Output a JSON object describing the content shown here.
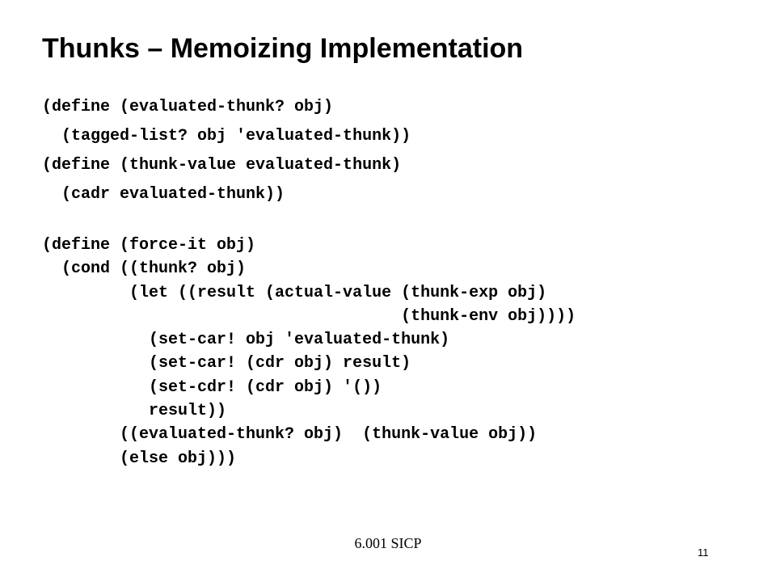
{
  "slide": {
    "title": "Thunks – Memoizing Implementation",
    "code_block_1": [
      "(define (evaluated-thunk? obj)",
      "  (tagged-list? obj 'evaluated-thunk))",
      "(define (thunk-value evaluated-thunk)",
      "  (cadr evaluated-thunk))"
    ],
    "code_block_2": [
      "(define (force-it obj)",
      "  (cond ((thunk? obj)",
      "         (let ((result (actual-value (thunk-exp obj)",
      "                                     (thunk-env obj))))",
      "           (set-car! obj 'evaluated-thunk)",
      "           (set-car! (cdr obj) result)",
      "           (set-cdr! (cdr obj) '())",
      "           result))",
      "        ((evaluated-thunk? obj)  (thunk-value obj))",
      "        (else obj)))"
    ],
    "footer": "6.001 SICP",
    "page_number": "11"
  }
}
